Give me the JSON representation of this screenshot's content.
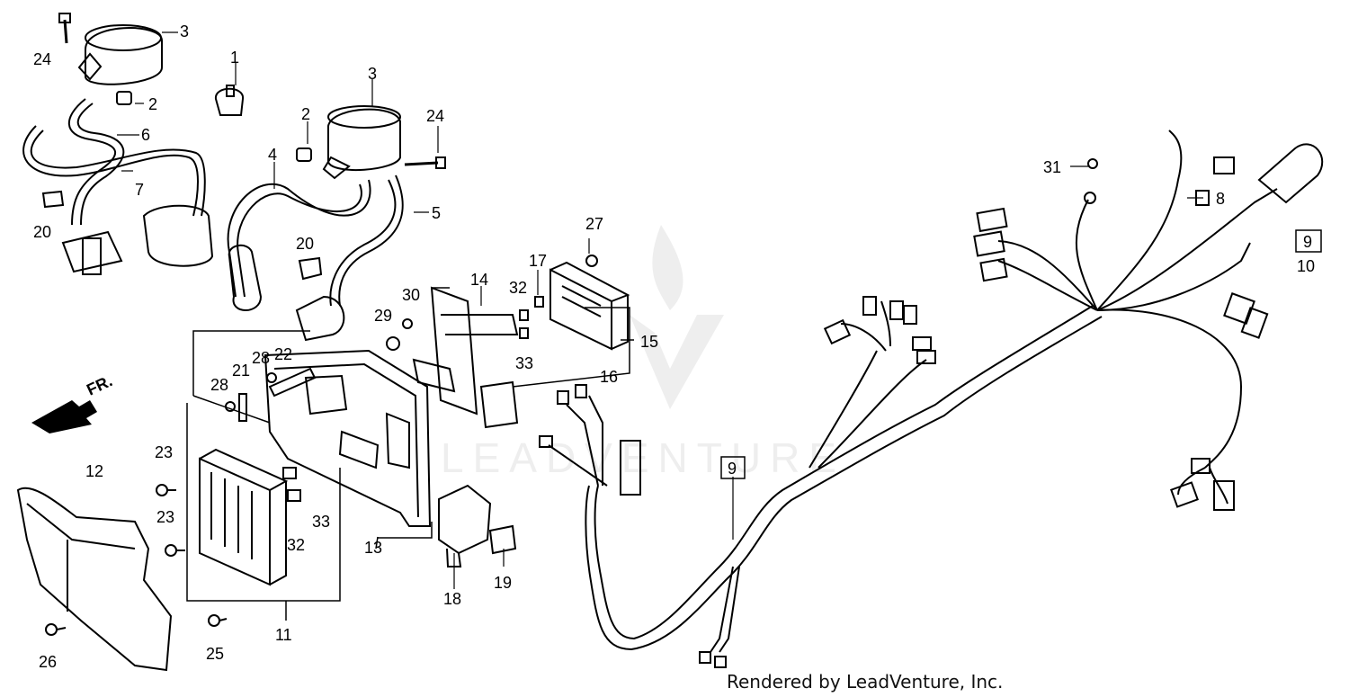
{
  "footer": "Rendered by LeadVenture, Inc.",
  "watermark": "LEADVENTURE",
  "forward_label": "FR.",
  "colors": {
    "line": "#000000",
    "paper": "#ffffff",
    "watermark": "#eeeeee"
  },
  "callouts": {
    "c1": "1",
    "c2a": "2",
    "c2b": "2",
    "c3a": "3",
    "c3b": "3",
    "c4": "4",
    "c5": "5",
    "c6": "6",
    "c7": "7",
    "c8": "8",
    "c9a": "9",
    "c9b": "9",
    "c10": "10",
    "c11": "11",
    "c12": "12",
    "c13": "13",
    "c14": "14",
    "c15": "15",
    "c16": "16",
    "c17": "17",
    "c18": "18",
    "c19": "19",
    "c20a": "20",
    "c20b": "20",
    "c21": "21",
    "c22": "22",
    "c23a": "23",
    "c23b": "23",
    "c24a": "24",
    "c24b": "24",
    "c25": "25",
    "c26": "26",
    "c27": "27",
    "c28a": "28",
    "c28b": "28",
    "c29": "29",
    "c30": "30",
    "c31": "31",
    "c32a": "32",
    "c32b": "32",
    "c33a": "33",
    "c33b": "33"
  }
}
